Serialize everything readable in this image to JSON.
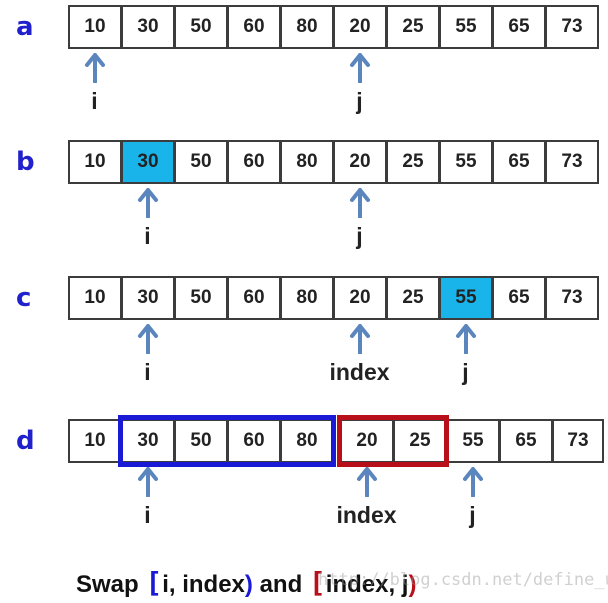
{
  "rows": [
    {
      "label": "a",
      "values": [
        "10",
        "30",
        "50",
        "60",
        "80",
        "20",
        "25",
        "55",
        "65",
        "73"
      ],
      "highlight": []
    },
    {
      "label": "b",
      "values": [
        "10",
        "30",
        "50",
        "60",
        "80",
        "20",
        "25",
        "55",
        "65",
        "73"
      ],
      "highlight": [
        1
      ]
    },
    {
      "label": "c",
      "values": [
        "10",
        "30",
        "50",
        "60",
        "80",
        "20",
        "25",
        "55",
        "65",
        "73"
      ],
      "highlight": [
        7
      ]
    },
    {
      "label": "d",
      "values": [
        "10",
        "30",
        "50",
        "60",
        "80",
        "20",
        "25",
        "55",
        "65",
        "73"
      ],
      "highlight": []
    }
  ],
  "pointers": {
    "a": [
      {
        "label": "i",
        "index": 0
      },
      {
        "label": "j",
        "index": 5
      }
    ],
    "b": [
      {
        "label": "i",
        "index": 1
      },
      {
        "label": "j",
        "index": 5
      }
    ],
    "c": [
      {
        "label": "i",
        "index": 1
      },
      {
        "label": "index",
        "index": 5
      },
      {
        "label": "j",
        "index": 7
      }
    ],
    "d": [
      {
        "label": "i",
        "index": 1
      },
      {
        "label": "index",
        "index": 5
      },
      {
        "label": "j",
        "index": 7
      }
    ]
  },
  "groups": [
    {
      "row": 3,
      "from": 1,
      "to": 4,
      "color": "#1a1ad6"
    },
    {
      "row": 3,
      "from": 5,
      "to": 6,
      "color": "#b8101a"
    }
  ],
  "caption": {
    "prefix": "Swap ",
    "open1": "[",
    "range1": "i, index",
    "close1": ")",
    "middle": " and ",
    "open2": "[",
    "range2": "index, j",
    "close2": ")",
    "bracket_colors": {
      "first": "#1a1ad6",
      "second": "#b8101a"
    }
  },
  "watermark": "http://blog.csdn.net/define_us",
  "colors": {
    "label": "#2020cc",
    "highlight": "#18b4ea",
    "arrow": "#5b86bd",
    "cell_border": "#3c3c3c"
  }
}
